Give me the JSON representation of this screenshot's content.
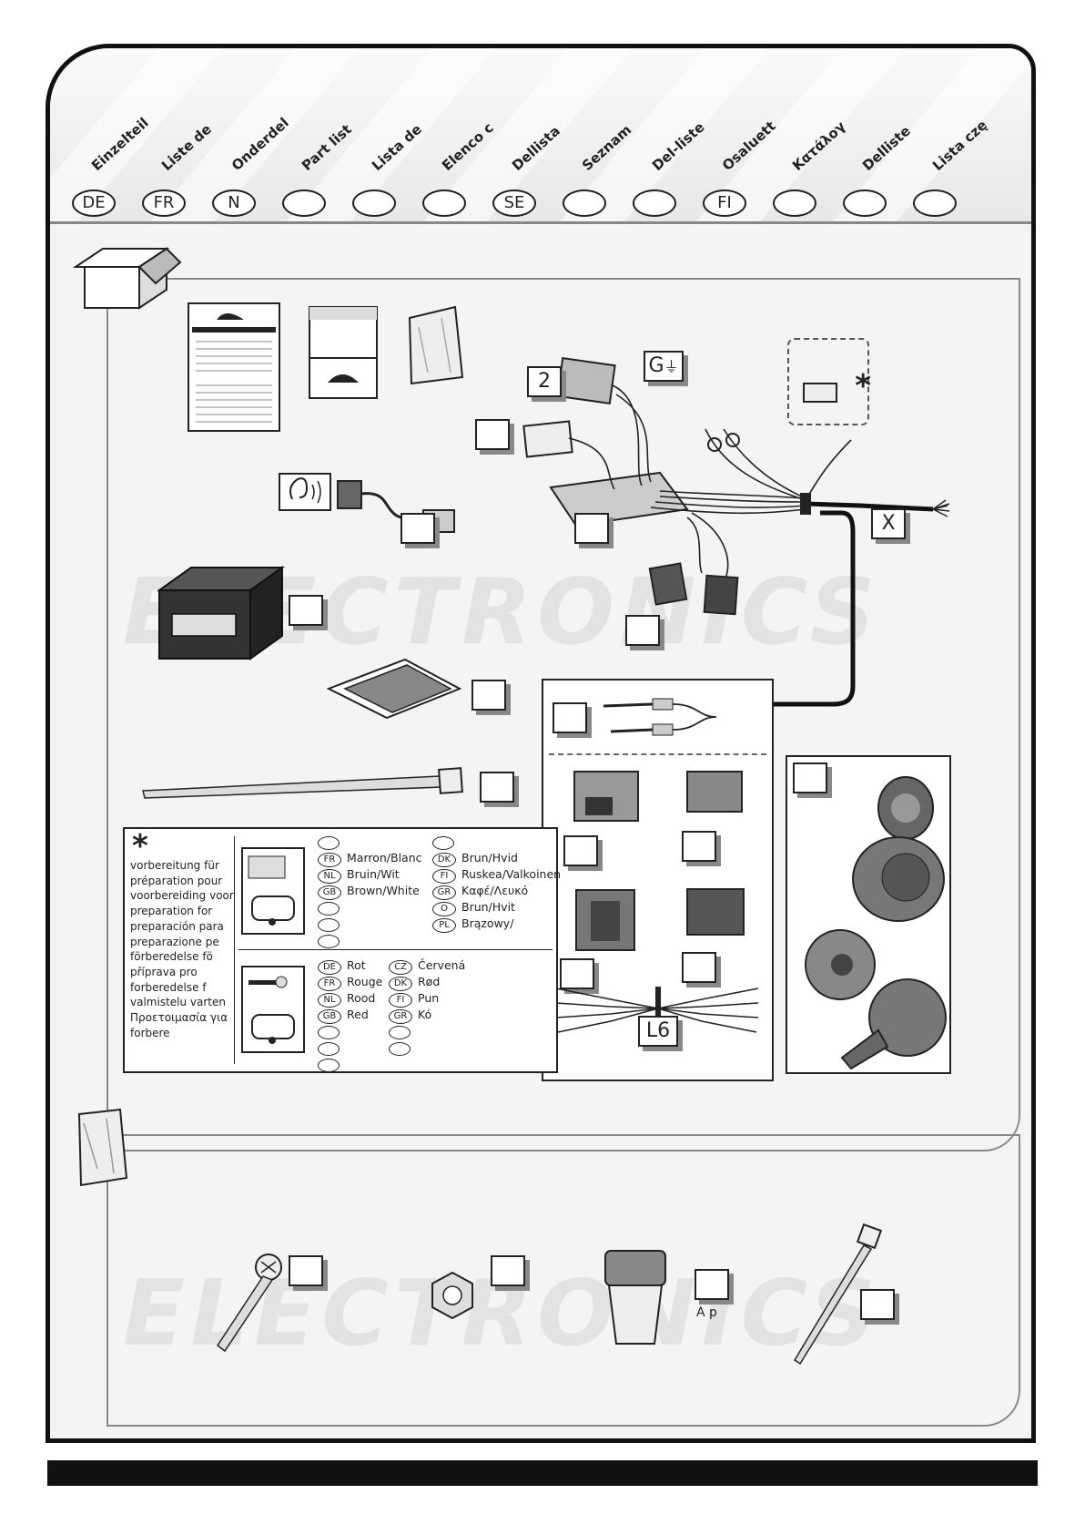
{
  "languages": [
    {
      "code": "DE",
      "label": "Einzelteil"
    },
    {
      "code": "FR",
      "label": "Liste de"
    },
    {
      "code": "N",
      "label": "Onderdel"
    },
    {
      "code": "",
      "label": "Part list"
    },
    {
      "code": "",
      "label": "Lista de"
    },
    {
      "code": "",
      "label": "Elenco c"
    },
    {
      "code": "SE",
      "label": "Dellista"
    },
    {
      "code": "",
      "label": "Seznam"
    },
    {
      "code": "",
      "label": "Del-liste"
    },
    {
      "code": "FI",
      "label": "Osaluett"
    },
    {
      "code": "",
      "label": "Κατάλογ"
    },
    {
      "code": "",
      "label": "Delliste"
    },
    {
      "code": "",
      "label": "Lista czę"
    }
  ],
  "watermark": {
    "word": "ELECTRONICS"
  },
  "part_labels": {
    "connector2": "2",
    "ground": "G",
    "ground_symbol": "⏚",
    "harness_end": "X",
    "optional_mark": "*",
    "pins": "L6"
  },
  "legend": {
    "mark": "*",
    "prep_lines": [
      "vorbereitung für",
      "préparation pour",
      "voorbereiding voor",
      "preparation for",
      "preparación para",
      "preparazione pe",
      "förberedelse fö",
      "příprava pro",
      "forberedelse f",
      "valmistelu varten",
      "Προετοιμασία για",
      "forbere"
    ],
    "upper_left": [
      {
        "code": "FR",
        "text": "Marron/Blanc"
      },
      {
        "code": "NL",
        "text": "Bruin/Wit"
      },
      {
        "code": "GB",
        "text": "Brown/White"
      }
    ],
    "upper_right": [
      {
        "code": "DK",
        "text": "Brun/Hvid"
      },
      {
        "code": "FI",
        "text": "Ruskea/Valkoinen"
      },
      {
        "code": "GR",
        "text": "Καφέ/Λευκό"
      },
      {
        "code": "O",
        "text": "Brun/Hvit"
      },
      {
        "code": "PL",
        "text": "Brązowy/"
      }
    ],
    "lower_left": [
      {
        "code": "DE",
        "text": "Rot"
      },
      {
        "code": "FR",
        "text": "Rouge"
      },
      {
        "code": "NL",
        "text": "Rood"
      },
      {
        "code": "GB",
        "text": "Red"
      }
    ],
    "lower_right": [
      {
        "code": "CZ",
        "text": "Červená"
      },
      {
        "code": "DK",
        "text": "Rød"
      },
      {
        "code": "FI",
        "text": "Pun"
      },
      {
        "code": "GR",
        "text": "Kó"
      }
    ]
  },
  "fuse_caption": "A p"
}
